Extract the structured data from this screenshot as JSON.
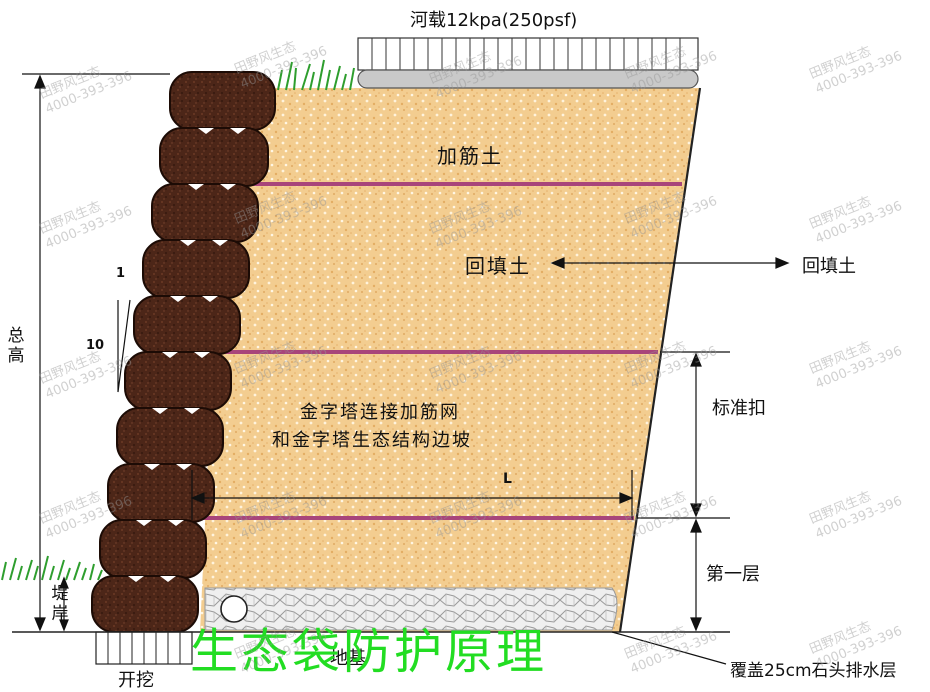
{
  "labels": {
    "surcharge": "河载12kpa(250psf)",
    "reinforced_soil": "加筋土",
    "backfill_inside": "回填土",
    "backfill_outside": "回填土",
    "mesh_line1": "金字塔连接加筋网",
    "mesh_line2": "和金字塔生态结构边坡",
    "length_mark": "L",
    "batter_top": "1",
    "batter_side": "10",
    "total_height": "总高",
    "embankment": "堤岸",
    "standard_spacing": "标准扣",
    "first_layer": "第一层",
    "excavation": "开挖",
    "foundation": "地基",
    "drainage": "覆盖25cm石头排水层",
    "title": "生态袋防护原理"
  },
  "watermark": {
    "name": "田野风生态",
    "phone": "4000-393-396"
  },
  "colors": {
    "soil": "#f2c98a",
    "bag": "#4a2518",
    "geogrid": "#a8457a",
    "grass": "#2e9e2e",
    "title": "#22dd22"
  }
}
